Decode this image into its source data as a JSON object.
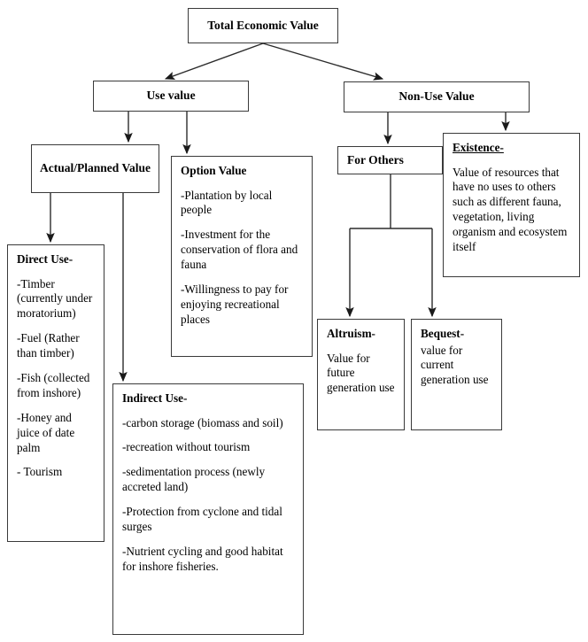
{
  "diagram": {
    "title": "Total Economic Value",
    "root": {
      "label": "Total Economic Value"
    },
    "branches": {
      "use": {
        "label": "Use value"
      },
      "nonuse": {
        "label": "Non-Use Value"
      }
    },
    "nodes": {
      "actual_planned": {
        "label": "Actual/Planned Value"
      },
      "option_value": {
        "head": "Option Value",
        "items": [
          "-Plantation by local people",
          "-Investment for the conservation of flora and fauna",
          "-Willingness to pay for enjoying recreational places"
        ]
      },
      "direct_use": {
        "head": "Direct Use-",
        "items": [
          "-Timber (currently under moratorium)",
          "-Fuel (Rather than timber)",
          "-Fish (collected from inshore)",
          "-Honey and juice of date palm",
          "- Tourism"
        ]
      },
      "indirect_use": {
        "head": "Indirect Use-",
        "items": [
          "-carbon storage (biomass and soil)",
          "-recreation without tourism",
          "-sedimentation process (newly accreted land)",
          "-Protection from cyclone and tidal surges",
          "-Nutrient cycling and good habitat for inshore fisheries."
        ]
      },
      "for_others": {
        "label": "For Others"
      },
      "existence": {
        "head": "Existence-",
        "items": [
          "Value of resources that have no uses to others such as different fauna, vegetation, living organism and ecosystem itself"
        ]
      },
      "altruism": {
        "head": "Altruism-",
        "items": [
          "Value for future generation use"
        ]
      },
      "bequest": {
        "head": "Bequest-",
        "items": [
          "value for current generation use"
        ]
      }
    },
    "colors": {
      "border": "#3a3a3a",
      "text": "#000000",
      "background": "#ffffff",
      "connector": "#2b2b2b"
    }
  }
}
